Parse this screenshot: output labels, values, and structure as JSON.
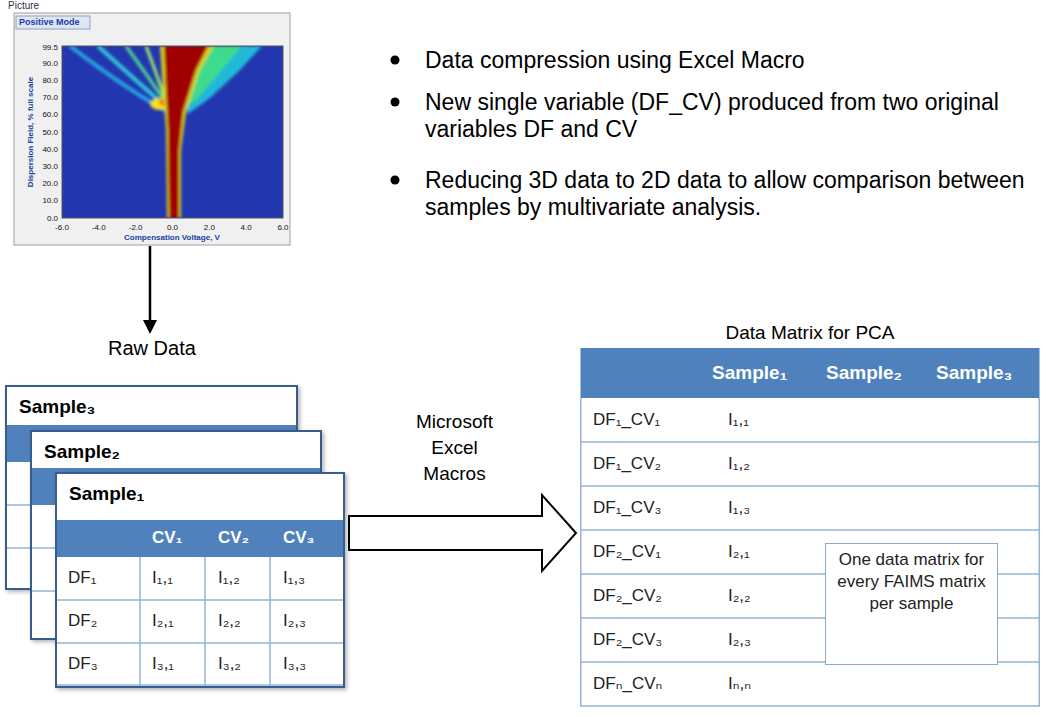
{
  "diagram": {
    "nodes": [
      {
        "text": [
          "Picture"
        ]
      },
      {
        "text": [
          "Raw Data"
        ]
      },
      {
        "text": [
          "Sample₃"
        ],
        "in": 1
      },
      {
        "text": [
          "Sample₂"
        ],
        "in": 1
      },
      {
        "text": [
          "Sample₁"
        ],
        "in": 1
      },
      {
        "text": [
          "Data Matrix for PCA"
        ]
      },
      {
        "text": [
          "One data matrix for every FAIMS matrix per sample"
        ],
        "in": 5
      }
    ],
    "edges": [
      {
        "from": 0,
        "to": 1,
        "arrow": "to"
      },
      {
        "from": 4,
        "to": 5,
        "label": "Microsoft Excel Macros",
        "arrow": "to"
      }
    ],
    "labels": [
      "Positive Mode",
      "99.5",
      "90.0",
      "80.0",
      "70.0",
      "60.0",
      "50.0",
      "40.0",
      "30.0",
      "20.0",
      "10.0",
      "0.0",
      "Dispersion Field, % full scale",
      "-6.0",
      "-4.0",
      "-2.0",
      "0.0",
      "2.0",
      "4.0",
      "6.0",
      "Compensation Voltage, V",
      "Data compression using Excel Macro",
      "New single variable (DF_CV) produced from two original variables DF and CV",
      "Reducing 3D data to 2D data to allow comparison between samples by multivariate analysis.",
      "CV₁",
      "CV₂",
      "CV₃",
      "DF₁",
      "I₁,₁",
      "I₁,₂",
      "I₁,₃",
      "DF₂",
      "I₂,₁",
      "I₂,₂",
      "I₂,₃",
      "DF₃",
      "I₃,₁",
      "I₃,₂",
      "I₃,₃",
      "Sample₁",
      "Sample₂",
      "Sample₃",
      "DF₁_CV₁",
      "I₁,₁",
      "DF₁_CV₂",
      "I₁,₂",
      "DF₁_CV₃",
      "I₁,₃",
      "DF₂_CV₁",
      "I₂,₁",
      "DF₂_CV₂",
      "I₂,₂",
      "DF₂_CV₃",
      "I₂,₃",
      "DFₙ_CVₙ",
      "Iₙ,ₙ"
    ]
  }
}
